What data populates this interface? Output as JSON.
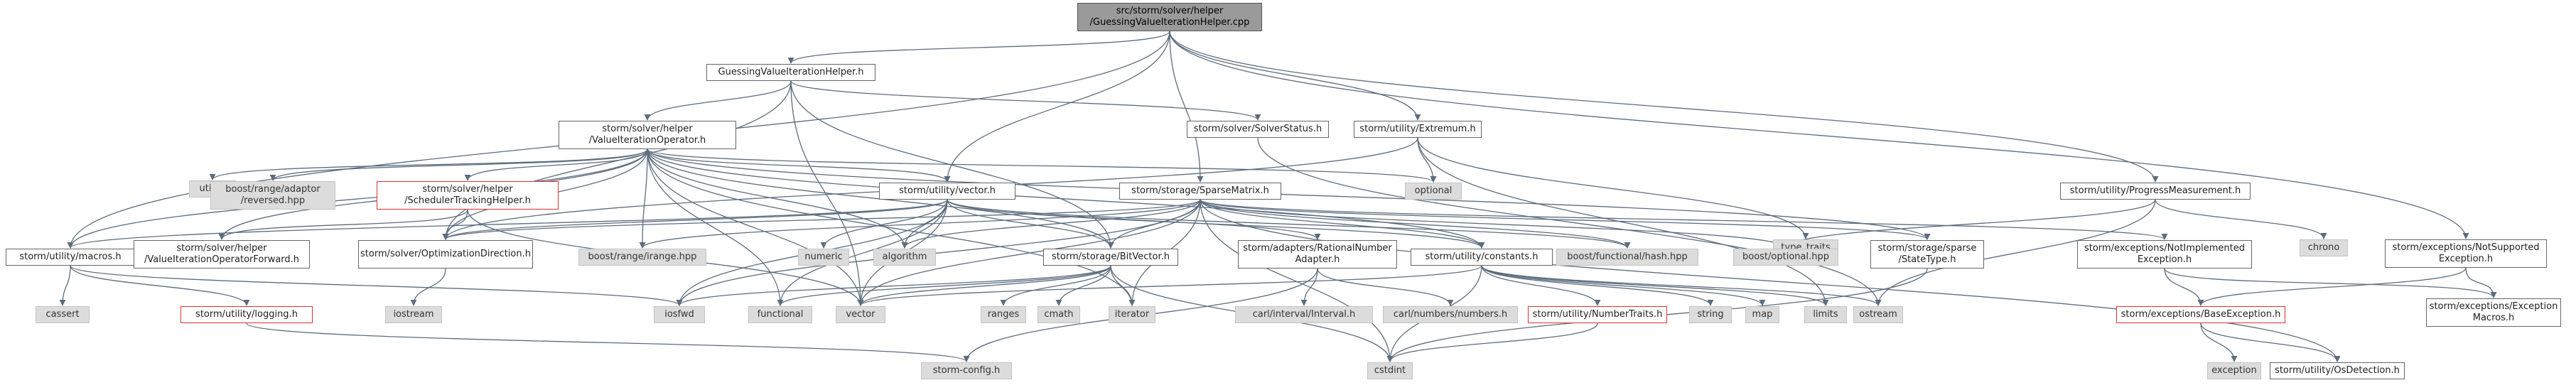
{
  "nodes": [
    {
      "id": "main",
      "kind": "main",
      "label": "src/storm/solver/helper\n/GuessingValueIterationHelper.cpp"
    },
    {
      "id": "gvih",
      "kind": "link",
      "label": "GuessingValueIterationHelper.h"
    },
    {
      "id": "voh",
      "kind": "link",
      "label": "storm/solver/helper\n/ValueIterationOperator.h"
    },
    {
      "id": "solverstatus",
      "kind": "link",
      "label": "storm/solver/SolverStatus.h"
    },
    {
      "id": "extremum",
      "kind": "link",
      "label": "storm/utility/Extremum.h"
    },
    {
      "id": "progress",
      "kind": "link",
      "label": "storm/utility/ProgressMeasurement.h"
    },
    {
      "id": "notsupported",
      "kind": "link",
      "label": "storm/exceptions/NotSupported\nException.h"
    },
    {
      "id": "sparsematrix",
      "kind": "link",
      "label": "storm/storage/SparseMatrix.h"
    },
    {
      "id": "vectorh",
      "kind": "link",
      "label": "storm/utility/vector.h"
    },
    {
      "id": "schedtrack",
      "kind": "trunc",
      "label": "storm/solver/helper\n/SchedulerTrackingHelper.h"
    },
    {
      "id": "utility",
      "kind": "sys",
      "label": "utility"
    },
    {
      "id": "reversed",
      "kind": "sys",
      "label": "boost/range/adaptor\n/reversed.hpp"
    },
    {
      "id": "optional",
      "kind": "sys",
      "label": "optional"
    },
    {
      "id": "typetraits",
      "kind": "sys",
      "label": "type_traits"
    },
    {
      "id": "chrono",
      "kind": "sys",
      "label": "chrono"
    },
    {
      "id": "macros",
      "kind": "link",
      "label": "storm/utility/macros.h"
    },
    {
      "id": "vioforward",
      "kind": "link",
      "label": "storm/solver/helper\n/ValueIterationOperatorForward.h"
    },
    {
      "id": "optdir",
      "kind": "link",
      "label": "storm/solver/OptimizationDirection.h"
    },
    {
      "id": "irange",
      "kind": "sys",
      "label": "boost/range/irange.hpp"
    },
    {
      "id": "numeric",
      "kind": "sys",
      "label": "numeric"
    },
    {
      "id": "algorithm",
      "kind": "sys",
      "label": "algorithm"
    },
    {
      "id": "bitvector",
      "kind": "link",
      "label": "storm/storage/BitVector.h"
    },
    {
      "id": "rationaladapter",
      "kind": "link",
      "label": "storm/adapters/RationalNumber\nAdapter.h"
    },
    {
      "id": "constants",
      "kind": "link",
      "label": "storm/utility/constants.h"
    },
    {
      "id": "hashhpp",
      "kind": "sys",
      "label": "boost/functional/hash.hpp"
    },
    {
      "id": "optionalhpp",
      "kind": "sys",
      "label": "boost/optional.hpp"
    },
    {
      "id": "statetype",
      "kind": "link",
      "label": "storm/storage/sparse\n/StateType.h"
    },
    {
      "id": "notimpl",
      "kind": "link",
      "label": "storm/exceptions/NotImplemented\nException.h"
    },
    {
      "id": "exmacros",
      "kind": "link",
      "label": "storm/exceptions/Exception\nMacros.h"
    },
    {
      "id": "cassert",
      "kind": "sys",
      "label": "cassert"
    },
    {
      "id": "logging",
      "kind": "trunc",
      "label": "storm/utility/logging.h"
    },
    {
      "id": "iostream",
      "kind": "sys",
      "label": "iostream"
    },
    {
      "id": "iosfwd",
      "kind": "sys",
      "label": "iosfwd"
    },
    {
      "id": "functional",
      "kind": "sys",
      "label": "functional"
    },
    {
      "id": "vector",
      "kind": "sys",
      "label": "vector"
    },
    {
      "id": "ranges",
      "kind": "sys",
      "label": "ranges"
    },
    {
      "id": "cmath",
      "kind": "sys",
      "label": "cmath"
    },
    {
      "id": "iterator",
      "kind": "sys",
      "label": "iterator"
    },
    {
      "id": "carlinterval",
      "kind": "sys",
      "label": "carl/interval/Interval.h"
    },
    {
      "id": "carlnumbers",
      "kind": "sys",
      "label": "carl/numbers/numbers.h"
    },
    {
      "id": "numbertraits",
      "kind": "trunc",
      "label": "storm/utility/NumberTraits.h"
    },
    {
      "id": "string",
      "kind": "sys",
      "label": "string"
    },
    {
      "id": "map",
      "kind": "sys",
      "label": "map"
    },
    {
      "id": "limits",
      "kind": "sys",
      "label": "limits"
    },
    {
      "id": "ostream",
      "kind": "sys",
      "label": "ostream"
    },
    {
      "id": "baseexc",
      "kind": "trunc",
      "label": "storm/exceptions/BaseException.h"
    },
    {
      "id": "exception",
      "kind": "sys",
      "label": "exception"
    },
    {
      "id": "osdetect",
      "kind": "link",
      "label": "storm/utility/OsDetection.h"
    },
    {
      "id": "stormconfig",
      "kind": "sys",
      "label": "storm-config.h"
    },
    {
      "id": "cstdint",
      "kind": "sys",
      "label": "cstdint"
    }
  ],
  "edges": [
    [
      "main",
      "gvih"
    ],
    [
      "main",
      "vectorh"
    ],
    [
      "main",
      "sparsematrix"
    ],
    [
      "main",
      "extremum"
    ],
    [
      "main",
      "progress"
    ],
    [
      "main",
      "notsupported"
    ],
    [
      "main",
      "macros"
    ],
    [
      "gvih",
      "voh"
    ],
    [
      "gvih",
      "solverstatus"
    ],
    [
      "gvih",
      "optdir"
    ],
    [
      "gvih",
      "bitvector"
    ],
    [
      "gvih",
      "vector"
    ],
    [
      "voh",
      "utility"
    ],
    [
      "voh",
      "reversed"
    ],
    [
      "voh",
      "optional"
    ],
    [
      "voh",
      "schedtrack"
    ],
    [
      "voh",
      "vectorh"
    ],
    [
      "voh",
      "macros"
    ],
    [
      "voh",
      "vioforward"
    ],
    [
      "voh",
      "optdir"
    ],
    [
      "voh",
      "irange"
    ],
    [
      "voh",
      "algorithm"
    ],
    [
      "voh",
      "bitvector"
    ],
    [
      "voh",
      "constants"
    ],
    [
      "voh",
      "vector"
    ],
    [
      "voh",
      "functional"
    ],
    [
      "voh",
      "statetype"
    ],
    [
      "voh",
      "iterator"
    ],
    [
      "solverstatus",
      "ostream"
    ],
    [
      "extremum",
      "optional"
    ],
    [
      "extremum",
      "typetraits"
    ],
    [
      "extremum",
      "optdir"
    ],
    [
      "extremum",
      "limits"
    ],
    [
      "progress",
      "chrono"
    ],
    [
      "progress",
      "ostream"
    ],
    [
      "progress",
      "optionalhpp"
    ],
    [
      "notsupported",
      "baseexc"
    ],
    [
      "notsupported",
      "exmacros"
    ],
    [
      "sparsematrix",
      "bitvector"
    ],
    [
      "sparsematrix",
      "constants"
    ],
    [
      "sparsematrix",
      "algorithm"
    ],
    [
      "sparsematrix",
      "iosfwd"
    ],
    [
      "sparsematrix",
      "vector"
    ],
    [
      "sparsematrix",
      "hashhpp"
    ],
    [
      "sparsematrix",
      "optionalhpp"
    ],
    [
      "sparsematrix",
      "statetype"
    ],
    [
      "sparsematrix",
      "notimpl"
    ],
    [
      "sparsematrix",
      "optdir"
    ],
    [
      "sparsematrix",
      "irange"
    ],
    [
      "sparsematrix",
      "cstdint"
    ],
    [
      "sparsematrix",
      "iterator"
    ],
    [
      "sparsematrix",
      "osdetect"
    ],
    [
      "vectorh",
      "numeric"
    ],
    [
      "vectorh",
      "algorithm"
    ],
    [
      "vectorh",
      "iosfwd"
    ],
    [
      "vectorh",
      "functional"
    ],
    [
      "vectorh",
      "vector"
    ],
    [
      "vectorh",
      "bitvector"
    ],
    [
      "vectorh",
      "constants"
    ],
    [
      "vectorh",
      "rationaladapter"
    ],
    [
      "vectorh",
      "macros"
    ],
    [
      "vectorh",
      "optdir"
    ],
    [
      "vectorh",
      "hashhpp"
    ],
    [
      "schedtrack",
      "optdir"
    ],
    [
      "schedtrack",
      "vioforward"
    ],
    [
      "schedtrack",
      "vector"
    ],
    [
      "macros",
      "cassert"
    ],
    [
      "macros",
      "logging"
    ],
    [
      "macros",
      "iosfwd"
    ],
    [
      "logging",
      "stormconfig"
    ],
    [
      "optdir",
      "iostream"
    ],
    [
      "bitvector",
      "iosfwd"
    ],
    [
      "bitvector",
      "functional"
    ],
    [
      "bitvector",
      "vector"
    ],
    [
      "bitvector",
      "ranges"
    ],
    [
      "bitvector",
      "cmath"
    ],
    [
      "bitvector",
      "iterator"
    ],
    [
      "bitvector",
      "cstdint"
    ],
    [
      "rationaladapter",
      "carlinterval"
    ],
    [
      "rationaladapter",
      "carlnumbers"
    ],
    [
      "rationaladapter",
      "stormconfig"
    ],
    [
      "constants",
      "numbertraits"
    ],
    [
      "constants",
      "string"
    ],
    [
      "constants",
      "map"
    ],
    [
      "constants",
      "limits"
    ],
    [
      "constants",
      "ostream"
    ],
    [
      "constants",
      "vector"
    ],
    [
      "constants",
      "cstdint"
    ],
    [
      "numbertraits",
      "cstdint"
    ],
    [
      "statetype",
      "cstdint"
    ],
    [
      "notimpl",
      "baseexc"
    ],
    [
      "notimpl",
      "exmacros"
    ],
    [
      "baseexc",
      "exception"
    ],
    [
      "baseexc",
      "osdetect"
    ]
  ]
}
